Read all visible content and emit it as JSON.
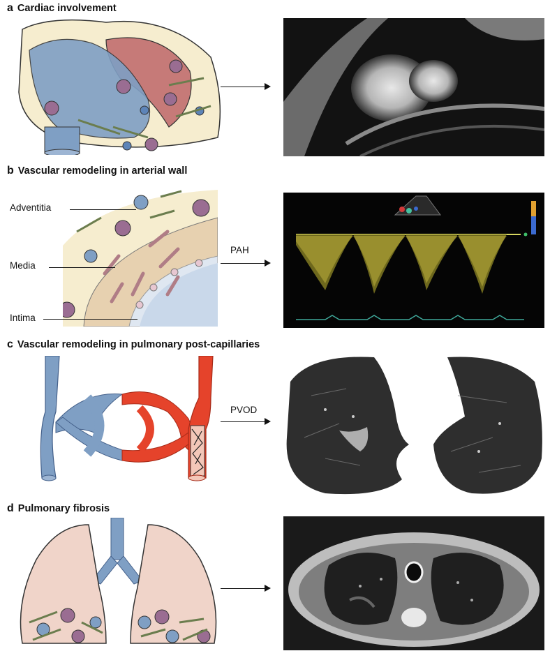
{
  "panels": [
    {
      "letter": "a",
      "title": "Cardiac involvement"
    },
    {
      "letter": "b",
      "title": "Vascular remodeling in arterial wall",
      "callouts": [
        "Adventitia",
        "Media",
        "Intima"
      ],
      "arrow_label": "PAH"
    },
    {
      "letter": "c",
      "title": "Vascular remodeling in pulmonary post-capillaries",
      "arrow_label": "PVOD"
    },
    {
      "letter": "d",
      "title": "Pulmonary fibrosis"
    }
  ],
  "colors": {
    "blood_blue": "#7f9fc4",
    "blood_red": "#e5432b",
    "heart_pink": "#c67a78",
    "tissue_cream": "#f6edcf",
    "cell_purple": "#9a6d92",
    "lung_pink": "#f0d4c9"
  }
}
